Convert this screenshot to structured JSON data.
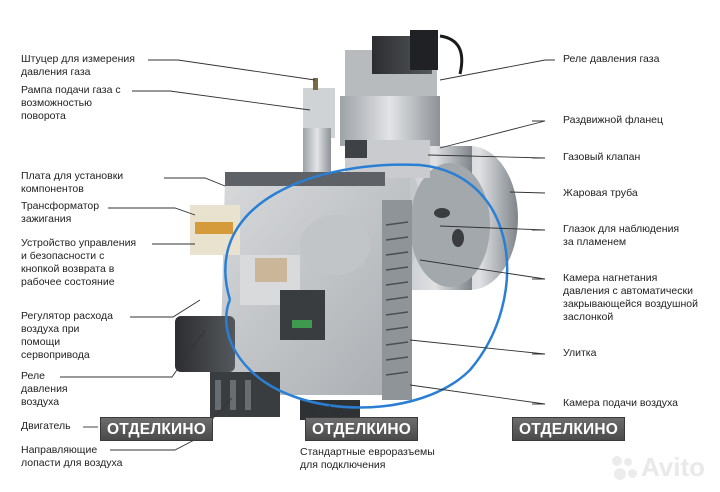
{
  "diagram": {
    "subject": "gas burner cutaway",
    "line_color": "#333333",
    "hose_color": "#2a7fd4"
  },
  "labels_left": [
    {
      "id": "gas-pressure-fitting",
      "lines": [
        "Штуцер для измерения",
        "давления газа"
      ]
    },
    {
      "id": "gas-ramp",
      "lines": [
        "Рампа подачи газа с",
        "возможностью",
        "поворота"
      ]
    },
    {
      "id": "component-board",
      "lines": [
        "Плата для установки",
        "компонентов"
      ]
    },
    {
      "id": "ignition-transformer",
      "lines": [
        "Трансформатор",
        "зажигания"
      ]
    },
    {
      "id": "control-safety-device",
      "lines": [
        "Устройство управления",
        "и безопасности с",
        "кнопкой возврата в",
        "рабочее состояние"
      ]
    },
    {
      "id": "air-flow-regulator",
      "lines": [
        "Регулятор расхода",
        "воздуха при",
        "помощи",
        "сервопривода"
      ]
    },
    {
      "id": "air-pressure-relay",
      "lines": [
        "Реле",
        "давления",
        "воздуха"
      ]
    },
    {
      "id": "motor",
      "lines": [
        "Двигатель"
      ]
    },
    {
      "id": "air-guide-vanes",
      "lines": [
        "Направляющие",
        "лопасти для воздуха"
      ]
    }
  ],
  "labels_right": [
    {
      "id": "gas-pressure-relay",
      "lines": [
        "Реле давления газа"
      ]
    },
    {
      "id": "sliding-flange",
      "lines": [
        "Раздвижной фланец"
      ]
    },
    {
      "id": "gas-valve",
      "lines": [
        "Газовый клапан"
      ]
    },
    {
      "id": "flame-tube",
      "lines": [
        "Жаровая труба"
      ]
    },
    {
      "id": "flame-sight-glass",
      "lines": [
        "Глазок для наблюдения",
        "за пламенем"
      ]
    },
    {
      "id": "pressure-chamber",
      "lines": [
        "Камера нагнетания",
        "давления с автоматически",
        "закрывающейся воздушной",
        "заслонкой"
      ]
    },
    {
      "id": "volute",
      "lines": [
        "Улитка"
      ]
    },
    {
      "id": "air-supply-chamber",
      "lines": [
        "Камера подачи воздуха"
      ]
    }
  ],
  "labels_bottom": [
    {
      "id": "euro-connectors",
      "lines": [
        "Стандартные евроразъемы",
        "для подключения"
      ]
    }
  ],
  "badges": [
    "ОТДЕЛКИНО",
    "ОТДЕЛКИНО",
    "ОТДЕЛКИНО"
  ],
  "watermark": "Avito"
}
